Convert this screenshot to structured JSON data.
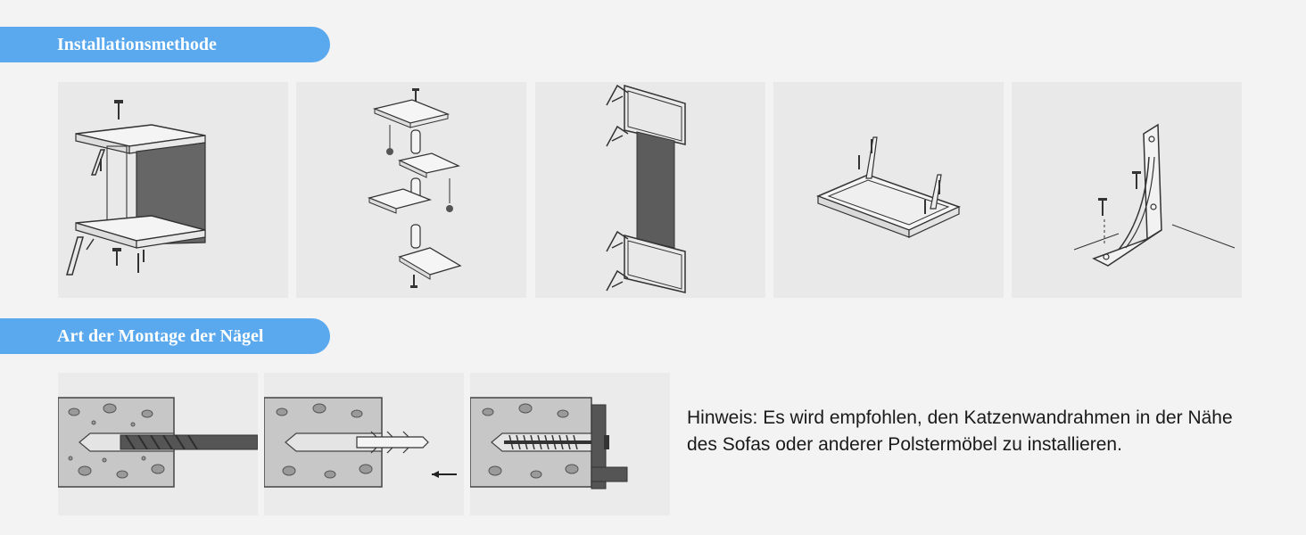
{
  "sections": {
    "installation_title": "Installationsmethode",
    "nail_title": "Art der Montage der Nägel"
  },
  "note": "Hinweis: Es wird empfohlen, den Katzenwandrahmen in der Nähe des Sofas oder anderer Polstermöbel zu installieren.",
  "colors": {
    "accent": "#5aa9ef",
    "background": "#f3f3f3",
    "felt": "#5c5c5c",
    "concrete": "#c7c7c7"
  }
}
